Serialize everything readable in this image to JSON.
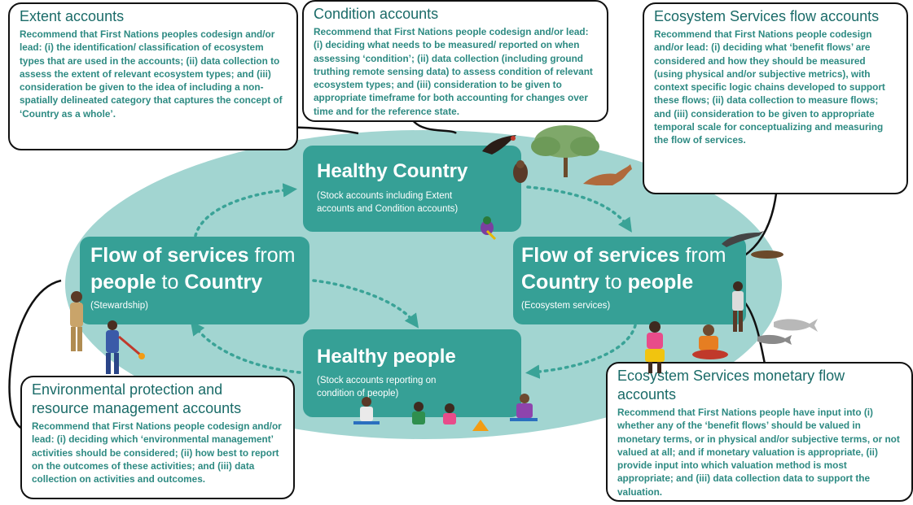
{
  "center": {
    "healthy_country": {
      "title": "Healthy Country",
      "subtitle_line1": "(Stock accounts including Extent",
      "subtitle_line2": "accounts and Condition accounts)"
    },
    "flow_from_country": {
      "line1_bold": "Flow of services",
      "line1_rest": " from",
      "line2_bold1": "Country",
      "line2_mid": " to ",
      "line2_bold2": "people",
      "subtitle": "(Ecosystem services)"
    },
    "flow_from_people": {
      "line1_bold": "Flow of services",
      "line1_rest": " from",
      "line2_bold1": "people",
      "line2_mid": " to ",
      "line2_bold2": "Country",
      "subtitle": "(Stewardship)"
    },
    "healthy_people": {
      "title": "Healthy people",
      "subtitle_line1": "(Stock accounts reporting on",
      "subtitle_line2": "condition of people)"
    }
  },
  "callouts": {
    "extent": {
      "title": "Extent accounts",
      "text": "Recommend that First Nations peoples codesign and/or lead: (i) the identification/ classification of ecosystem types that are used in the accounts; (ii) data collection to assess the extent of relevant ecosystem types; and (iii) consideration be given to the idea of including a non-spatially delineated category that captures the concept of ‘Country as a whole’."
    },
    "condition": {
      "title": "Condition accounts",
      "text": "Recommend that First Nations people codesign and/or lead: (i) deciding what needs to be measured/ reported on when assessing ‘condition’; (ii) data collection (including ground truthing remote sensing data) to assess condition of relevant ecosystem types; and (iii) consideration to be given to appropriate timeframe for both accounting for changes over time and for the reference state."
    },
    "es_flow": {
      "title": "Ecosystem Services flow accounts",
      "text": "Recommend that First Nations people codesign and/or lead: (i) deciding what ‘benefit flows’ are considered and how they should be measured (using physical and/or subjective metrics), with context specific logic chains developed to support these flows; (ii) data collection to measure flows; and (iii) consideration to be given to appropriate temporal scale for conceptualizing and measuring the flow of services."
    },
    "env_protection": {
      "title": "Environmental protection and resource management accounts",
      "text": "Recommend that First Nations people codesign and/or lead: (i) deciding which ‘environmental management’ activities should be considered; (ii) how best to report on the outcomes of these activities; and (iii) data collection on activities and outcomes."
    },
    "es_monetary": {
      "title": "Ecosystem Services monetary flow accounts",
      "text": "Recommend that First Nations people have input into (i) whether any of the ‘benefit flows’ should be valued in monetary terms, or in physical and/or subjective terms, or not valued at all; and if monetary valuation is appropriate, (ii) provide input into which valuation method is most appropriate; and (iii) data collection data  to support the valuation."
    }
  },
  "colors": {
    "box": "#36a096",
    "oval": "#a2d5d1",
    "callout_title": "#1a6b68",
    "callout_text": "#2d8a82"
  },
  "icons": [
    "tree-icon",
    "kangaroo-icon",
    "bird-icon",
    "finch-icon",
    "fish-icon",
    "people-icon",
    "campfire-icon"
  ]
}
